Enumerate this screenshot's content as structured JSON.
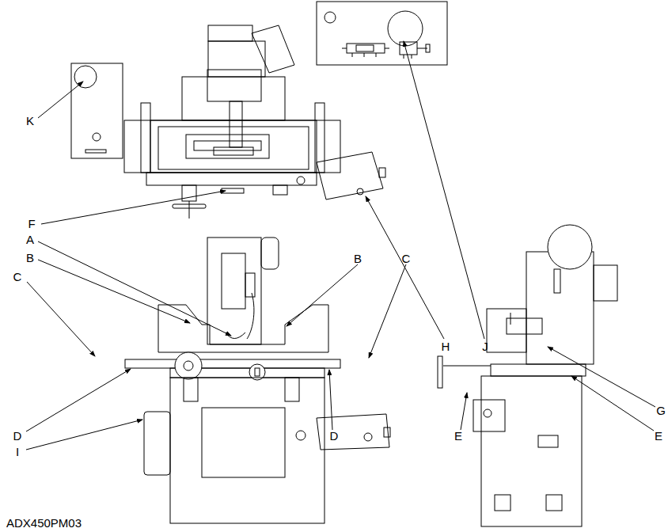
{
  "diagram": {
    "labels": [
      "K",
      "F",
      "A",
      "B",
      "B",
      "C",
      "C",
      "H",
      "J",
      "G",
      "D",
      "D",
      "E",
      "E",
      "I",
      "ADX450PM03"
    ]
  }
}
